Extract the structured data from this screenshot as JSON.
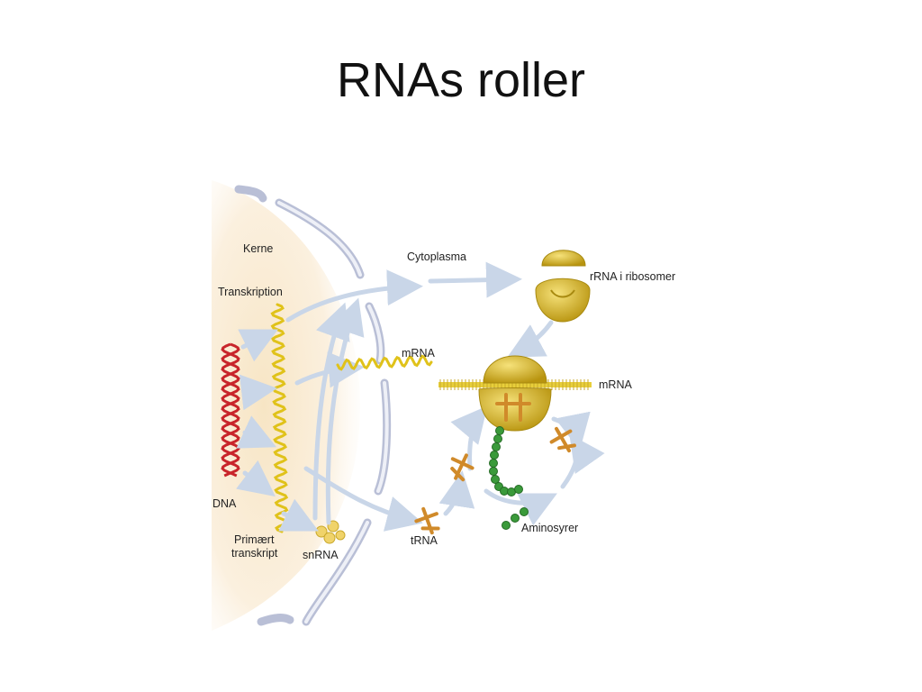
{
  "slide": {
    "title": "RNAs roller"
  },
  "labels": {
    "kerne": "Kerne",
    "transkription": "Transkription",
    "dna": "DNA",
    "primaert_line1": "Primært",
    "primaert_line2": "transkript",
    "snrna": "snRNA",
    "cytoplasma": "Cytoplasma",
    "mrna_export": "mRNA",
    "rrna_ribosomer": "rRNA i ribosomer",
    "mrna_ribosome": "mRNA",
    "trna": "tRNA",
    "aminosyrer": "Aminosyrer"
  },
  "colors": {
    "nucleus_glow": "#f6e6c8",
    "membrane": "#b9bfd6",
    "membrane_inner": "#eef0f7",
    "arrow": "#c9d6e8",
    "dna": "#c8252b",
    "rna": "#e0c21a",
    "ribosome": "#d6b420",
    "trna": "#d08a2a",
    "amino_acid": "#3a9a3a"
  }
}
